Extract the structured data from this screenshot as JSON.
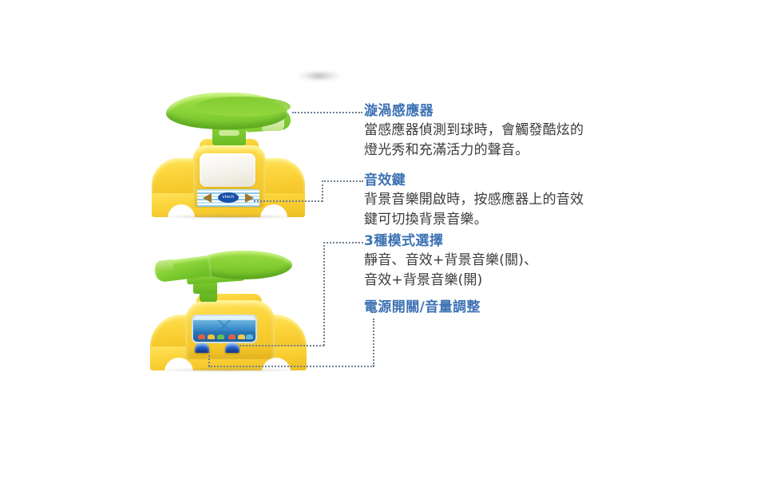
{
  "page": {
    "background_color": "#ffffff",
    "heading_color": "#3d72b4",
    "body_text_color": "#3b3b3b",
    "leader_line_color": "#6f7f92"
  },
  "products": [
    {
      "name": "vtech-toy-top-view",
      "brand_label": "vtech",
      "body_color": "#fbd23a",
      "ramp_color": "#8dd43a"
    },
    {
      "name": "vtech-toy-front-view",
      "body_color": "#fbd23a",
      "ramp_color": "#8dd43a",
      "switch_color": "#1c4fb5"
    }
  ],
  "callouts": [
    {
      "id": "vortex-sensor",
      "heading": "漩渦感應器",
      "lines": [
        "當感應器偵測到球時，會觸發酷炫的",
        "燈光秀和充滿活力的聲音。"
      ]
    },
    {
      "id": "sound-effect-key",
      "heading": "音效鍵",
      "lines": [
        "背景音樂開啟時，按感應器上的音效",
        "鍵可切換背景音樂。"
      ]
    },
    {
      "id": "three-mode-select",
      "heading": "3種模式選擇",
      "lines": [
        "靜音、音效+背景音樂(關)、",
        "音效+背景音樂(開)"
      ]
    },
    {
      "id": "power-volume",
      "heading": "電源開關/音量調整",
      "lines": []
    }
  ]
}
